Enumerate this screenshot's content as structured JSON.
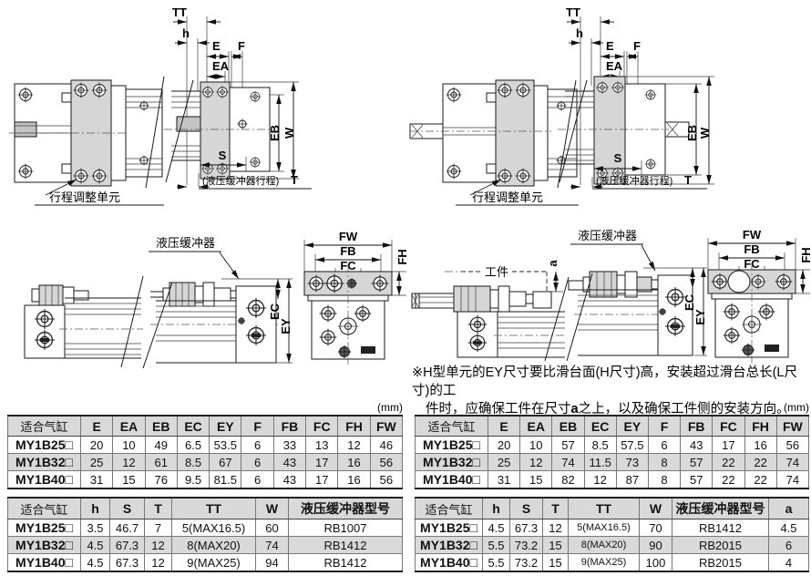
{
  "units": {
    "mm": "(mm)"
  },
  "labels": {
    "stroke_adjust_unit": "行程调整单元",
    "hydraulic_buffer": "液压缓冲器",
    "workpiece": "工件",
    "buffer_stroke_prefix": "(液压缓冲器行程)",
    "buffer_stroke_letter": "T"
  },
  "dims": {
    "TT": "TT",
    "h": "h",
    "E": "E",
    "F": "F",
    "EA": "EA",
    "EB": "EB",
    "W": "W",
    "S": "S",
    "FW": "FW",
    "FB": "FB",
    "FC": "FC",
    "FH": "FH",
    "EC": "EC",
    "EY": "EY",
    "a": "a"
  },
  "note": {
    "line1": "※H型单元的EY尺寸要比滑台面(H尺寸)高，安装超过滑台总长(L尺寸)的工",
    "line2_pre": "件时，应确保工件在尺寸",
    "line2_bold": "a",
    "line2_post": "之上，以及确保工件侧的安装方向。"
  },
  "tables": {
    "left_dim": {
      "headers": [
        "适合气缸",
        "E",
        "EA",
        "EB",
        "EC",
        "EY",
        "F",
        "FB",
        "FC",
        "FH",
        "FW"
      ],
      "rows": [
        [
          "MY1B25□",
          "20",
          "10",
          "49",
          "6.5",
          "53.5",
          "6",
          "33",
          "13",
          "12",
          "46"
        ],
        [
          "MY1B32□",
          "25",
          "12",
          "61",
          "8.5",
          "67",
          "6",
          "43",
          "17",
          "16",
          "56"
        ],
        [
          "MY1B40□",
          "31",
          "15",
          "76",
          "9.5",
          "81.5",
          "6",
          "43",
          "17",
          "16",
          "56"
        ]
      ]
    },
    "left_unit": {
      "headers": [
        "适合气缸",
        "h",
        "S",
        "T",
        "TT",
        "W",
        "液压缓冲器型号"
      ],
      "rows": [
        [
          "MY1B25□",
          "3.5",
          "46.7",
          "7",
          "5(MAX16.5)",
          "60",
          "RB1007"
        ],
        [
          "MY1B32□",
          "4.5",
          "67.3",
          "12",
          "8(MAX20)",
          "74",
          "RB1412"
        ],
        [
          "MY1B40□",
          "4.5",
          "67.3",
          "12",
          "9(MAX25)",
          "94",
          "RB1412"
        ]
      ]
    },
    "right_dim": {
      "headers": [
        "适合气缸",
        "E",
        "EA",
        "EB",
        "EC",
        "EY",
        "F",
        "FB",
        "FC",
        "FH",
        "FW"
      ],
      "rows": [
        [
          "MY1B25□",
          "20",
          "10",
          "57",
          "8.5",
          "57.5",
          "6",
          "43",
          "17",
          "16",
          "56"
        ],
        [
          "MY1B32□",
          "25",
          "12",
          "74",
          "11.5",
          "73",
          "8",
          "57",
          "22",
          "22",
          "74"
        ],
        [
          "MY1B40□",
          "31",
          "15",
          "82",
          "12",
          "87",
          "8",
          "57",
          "22",
          "22",
          "74"
        ]
      ]
    },
    "right_unit": {
      "headers": [
        "适合气缸",
        "h",
        "S",
        "T",
        "TT",
        "W",
        "液压缓冲器型号",
        "a"
      ],
      "rows": [
        [
          "MY1B25□",
          "4.5",
          "67.3",
          "12",
          "5(MAX16.5)",
          "70",
          "RB1412",
          "4.5"
        ],
        [
          "MY1B32□",
          "5.5",
          "73.2",
          "15",
          "8(MAX20)",
          "90",
          "RB2015",
          "6"
        ],
        [
          "MY1B40□",
          "5.5",
          "73.2",
          "15",
          "9(MAX25)",
          "100",
          "RB2015",
          "4"
        ]
      ]
    }
  }
}
